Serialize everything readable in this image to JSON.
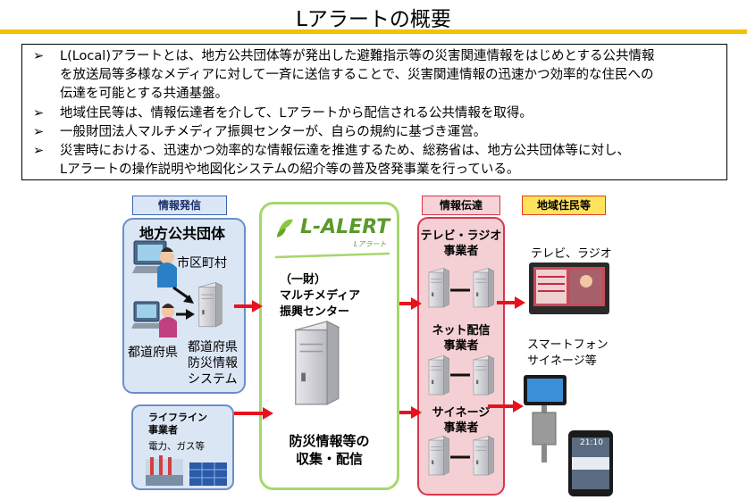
{
  "title": "Lアラートの概要",
  "summary": {
    "bullet_mark": "➢",
    "bullets": [
      [
        "L(Local)アラートとは、地方公共団体等が発出した避難指示等の災害関連情報をはじめとする公共情報",
        "を放送局等多様なメディアに対して一斉に送信することで、災害関連情報の迅速かつ効率的な住民への",
        "伝達を可能とする共通基盤。"
      ],
      [
        "地域住民等は、情報伝達者を介して、Lアラートから配信される公共情報を取得。"
      ],
      [
        "一般財団法人マルチメディア振興センターが、自らの規約に基づき運営。"
      ],
      [
        "災害時における、迅速かつ効率的な情報伝達を推進するため、総務省は、地方公共団体等に対し、",
        "Lアラートの操作説明や地図化システムの紹介等の普及啓発事業を行っている。"
      ]
    ]
  },
  "headers": {
    "info": "情報発信",
    "transmission": "情報伝達",
    "residents": "地域住民等"
  },
  "gov": {
    "title": "地方公共団体",
    "municipality": "市区町村",
    "prefecture": "都道府県",
    "system": [
      "都道府県",
      "防災情報",
      "システム"
    ]
  },
  "lifeline": {
    "title": [
      "ライフライン",
      "事業者"
    ],
    "sub": "電力、ガス等"
  },
  "center": {
    "logo": "L-ALERT",
    "logo_sub": "Lアラート",
    "org": [
      "（一財）",
      "マルチメディア",
      "振興センター"
    ],
    "collect": [
      "防災情報等の",
      "収集・配信"
    ]
  },
  "transmitters": [
    [
      "テレビ・ラジオ",
      "事業者"
    ],
    [
      "ネット配信",
      "事業者"
    ],
    [
      "サイネージ",
      "事業者"
    ]
  ],
  "residents": {
    "tv": "テレビ、ラジオ",
    "smart": [
      "スマートフォン",
      "サイネージ等"
    ],
    "phone_time": "21:10"
  },
  "colors": {
    "accent": "#f2c200",
    "arrow": "#e8121e",
    "center_border": "#a6d76b",
    "gov_border": "#6a8fc7"
  }
}
